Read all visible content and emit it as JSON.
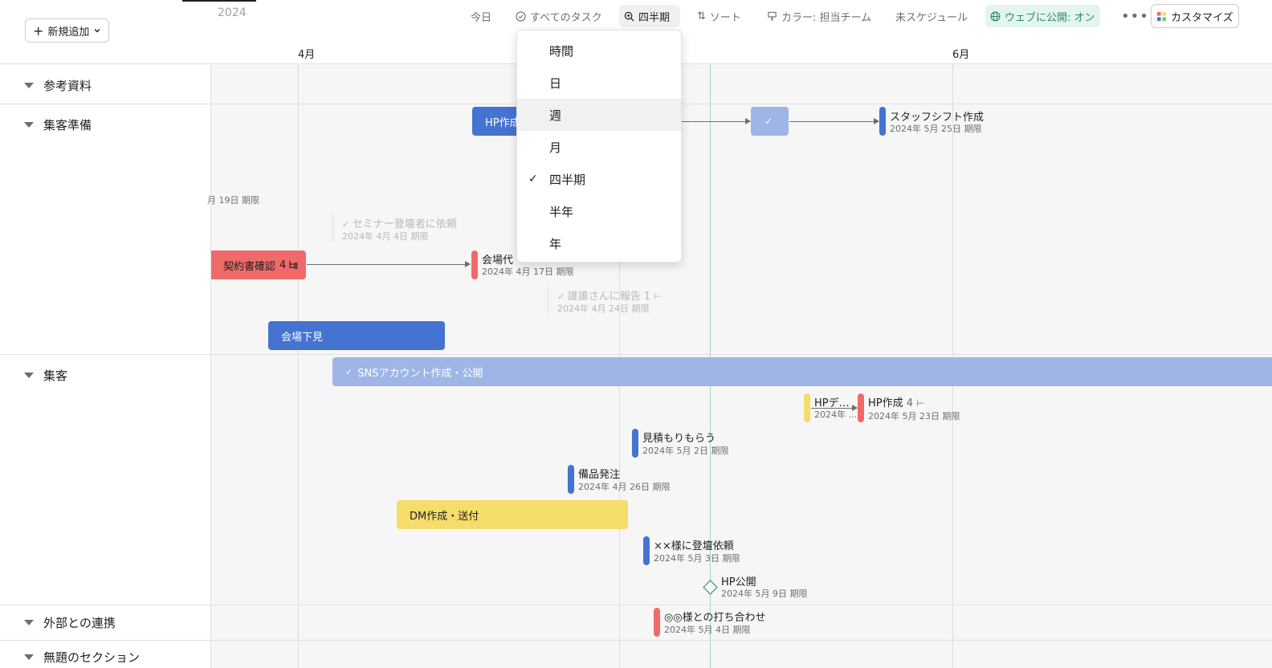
{
  "toolbar": {
    "year": "2024",
    "add_label": "新規追加",
    "today": "今日",
    "all_tasks": "すべてのタスク",
    "zoom": "四半期",
    "sort": "ソート",
    "color": "カラー: 担当チーム",
    "unscheduled": "未スケジュール",
    "publish": "ウェブに公開: オン",
    "customize": "カスタマイズ"
  },
  "months": [
    "4月",
    "6月"
  ],
  "sections": [
    "参考資料",
    "集客準備",
    "集客",
    "外部との連携",
    "無題のセクション"
  ],
  "tasks": {
    "hp_sakusei_bar": "HP作成",
    "staff_shift": {
      "name": "スタッフシフト作成",
      "date": "2024年 5月 25日 期限"
    },
    "partial_date": "月 19日 期限",
    "seminar": {
      "name": "セミナー登壇者に依頼",
      "date": "2024年 4月 4日 期限"
    },
    "keiyaku": {
      "name": "契約書確認",
      "subtasks": "4"
    },
    "kaijo_dai": {
      "name": "会場代",
      "date": "2024年 4月 17日 期限"
    },
    "dareka": {
      "name": "誰誰さんに報告",
      "subtasks": "1",
      "date": "2024年 4月 24日 期限"
    },
    "kaijo_shitami": "会場下見",
    "sns": "SNSアカウント作成・公開",
    "hp_design": {
      "name": "HPデ…",
      "date": "2024年 ..."
    },
    "hp_sakusei": {
      "name": "HP作成",
      "subtasks": "4",
      "date": "2024年 5月 23日 期限"
    },
    "mitsumori": {
      "name": "見積もりもらう",
      "date": "2024年 5月 2日 期限"
    },
    "bihin": {
      "name": "備品発注",
      "date": "2024年 4月 26日 期限"
    },
    "dm": "DM作成・送付",
    "touroku": {
      "name": "××様に登壇依頼",
      "date": "2024年 5月 3日 期限"
    },
    "hp_kokai": {
      "name": "HP公開",
      "date": "2024年 5月 9日 期限"
    },
    "uchiawase": {
      "name": "◎◎様との打ち合わせ",
      "date": "2024年 5月 4日 期限"
    }
  },
  "zoom_menu": {
    "items": [
      "時間",
      "日",
      "週",
      "月",
      "四半期",
      "半年",
      "年"
    ],
    "selected": "四半期",
    "hovered": "週"
  },
  "colors": {
    "blue": "#4573d2",
    "red": "#f06a6a",
    "yellow": "#f5dc6b",
    "green": "#2c8a6c"
  }
}
